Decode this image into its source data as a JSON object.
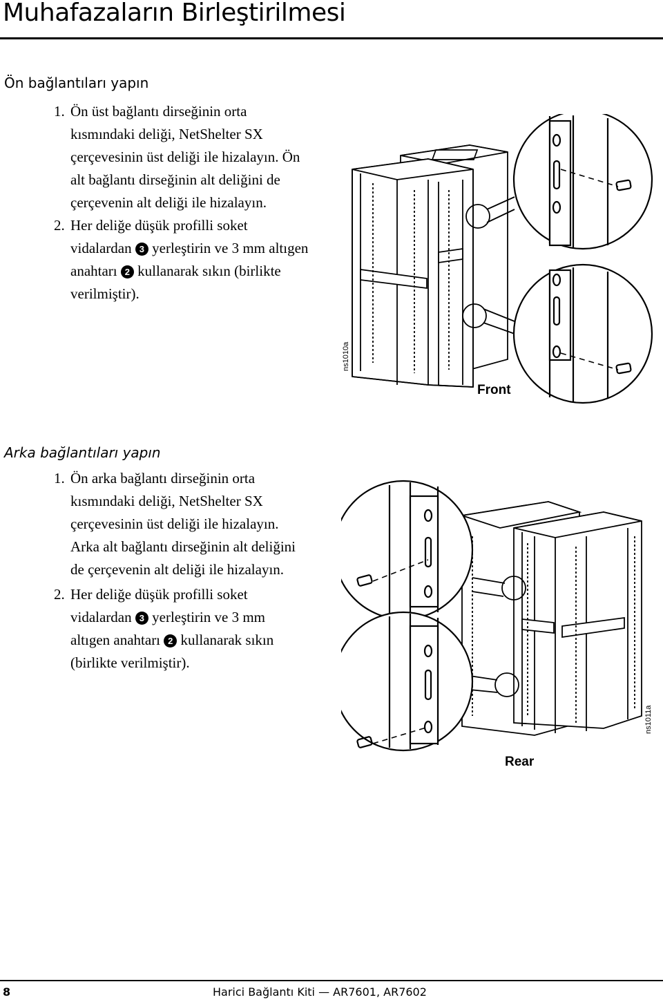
{
  "page": {
    "title": "Muhafazaların Birleştirilmesi",
    "page_number": "8",
    "footer_title": "Harici Bağlantı Kiti",
    "footer_dash": "—",
    "footer_models": "AR7601, AR7602"
  },
  "front_section": {
    "heading": "Ön bağlantıları yapın",
    "step1": {
      "num": "1.",
      "lines": [
        "Ön üst bağlantı dirseğinin orta",
        "kısmındaki deliği, NetShelter SX",
        "çerçevesinin üst deliği ile hizalayın. Ön",
        "alt bağlantı dirseğinin alt deliğini de",
        "çerçevenin alt deliği ile hizalayın."
      ]
    },
    "step2": {
      "num": "2.",
      "line1": "Her deliğe düşük profilli soket",
      "line2a": "vidalardan",
      "callout_screw": "3",
      "line2b": "yerleştirin ve 3 mm altıgen",
      "line3a": "anahtarı",
      "callout_wrench": "2",
      "line3b": "kullanarak sıkın (birlikte",
      "line4": "verilmiştir)."
    },
    "figure_label": "Front",
    "figure_id": "ns1010a"
  },
  "rear_section": {
    "heading": "Arka bağlantıları yapın",
    "step1": {
      "num": "1.",
      "lines": [
        "Ön arka bağlantı dirseğinin orta",
        "kısmındaki deliği, NetShelter SX",
        "çerçevesinin üst deliği ile hizalayın.",
        "Arka alt bağlantı dirseğinin alt deliğini",
        "de çerçevenin alt deliği ile hizalayın."
      ]
    },
    "step2": {
      "num": "2.",
      "line1": "Her deliğe düşük profilli soket",
      "line2a": "vidalardan",
      "callout_screw": "3",
      "line2b": "yerleştirin ve 3 mm",
      "line3a": "altıgen anahtarı",
      "callout_wrench": "2",
      "line3b": "kullanarak sıkın",
      "line4": "(birlikte verilmiştir)."
    },
    "figure_label": "Rear",
    "figure_id": "ns1011a"
  }
}
